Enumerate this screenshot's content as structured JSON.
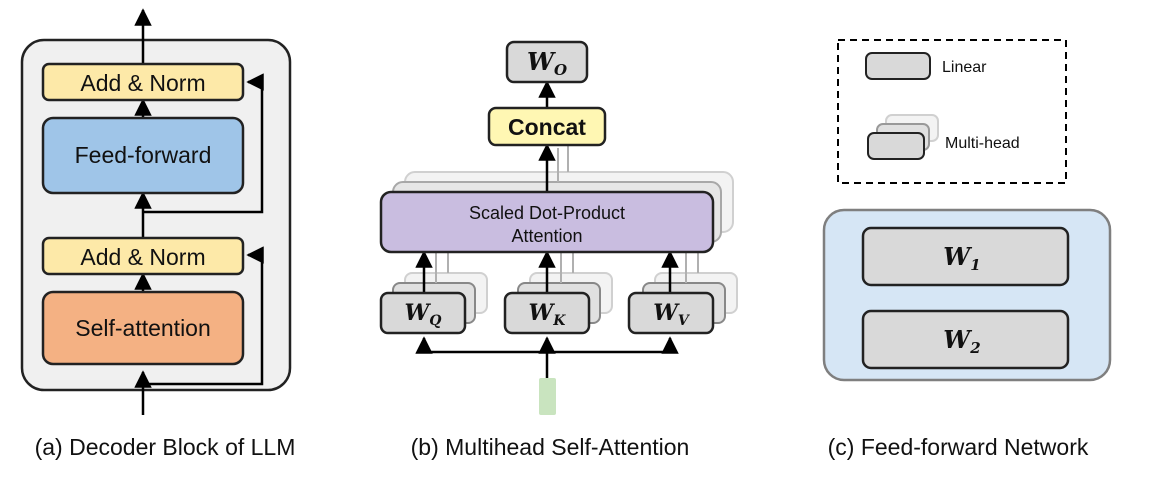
{
  "panel_a": {
    "add_norm_top": "Add & Norm",
    "feed_forward": "Feed-forward",
    "add_norm_bottom": "Add & Norm",
    "self_attention": "Self-attention",
    "caption": "(a) Decoder Block of LLM"
  },
  "panel_b": {
    "wo_base": "W",
    "wo_sub": "O",
    "concat": "Concat",
    "attention_line1": "Scaled Dot-Product",
    "attention_line2": "Attention",
    "wq_base": "W",
    "wq_sub": "Q",
    "wk_base": "W",
    "wk_sub": "K",
    "wv_base": "W",
    "wv_sub": "V",
    "caption": "(b) Multihead Self-Attention"
  },
  "panel_c": {
    "legend_linear": "Linear",
    "legend_multihead": "Multi-head",
    "w1_base": "W",
    "w1_sub": "1",
    "w2_base": "W",
    "w2_sub": "2",
    "caption": "(c) Feed-forward Network"
  },
  "colors": {
    "add_norm": "#fde9a8",
    "feed_forward": "#9fc5e8",
    "self_attention": "#f4b183",
    "concat": "#fff7b3",
    "attention": "#c9bde0",
    "linear": "#d9d9d9",
    "ffn_panel": "#d6e6f5",
    "input_token": "#c9e4bf",
    "block_panel": "#f0f0f0"
  }
}
